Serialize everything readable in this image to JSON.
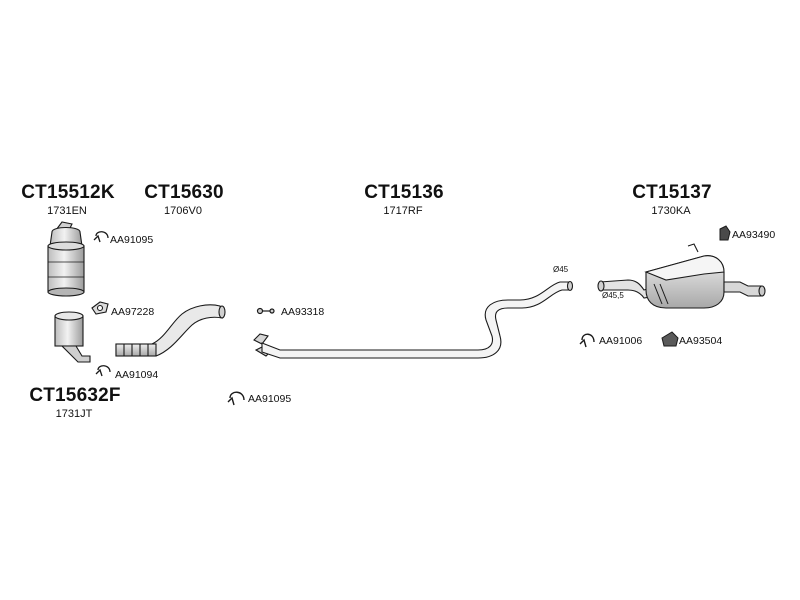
{
  "assemblies": [
    {
      "id": "catalyst-1",
      "part_number": "CT15512K",
      "oe_ref": "1731EN"
    },
    {
      "id": "front-pipe",
      "part_number": "CT15630",
      "oe_ref": "1706V0"
    },
    {
      "id": "catalyst-2",
      "part_number": "CT15632F",
      "oe_ref": "1731JT"
    },
    {
      "id": "middle-pipe",
      "part_number": "CT15136",
      "oe_ref": "1717RF"
    },
    {
      "id": "rear-silencer",
      "part_number": "CT15137",
      "oe_ref": "1730KA"
    }
  ],
  "accessories": [
    {
      "code": "AA91095",
      "icon": "clamp-icon"
    },
    {
      "code": "AA97228",
      "icon": "gasket-icon"
    },
    {
      "code": "AA91094",
      "icon": "clamp-icon"
    },
    {
      "code": "AA93318",
      "icon": "bolt-icon"
    },
    {
      "code": "AA91095",
      "icon": "clamp-icon"
    },
    {
      "code": "AA93490",
      "icon": "rubber-mount-icon"
    },
    {
      "code": "AA91006",
      "icon": "clamp-icon"
    },
    {
      "code": "AA93504",
      "icon": "rubber-hanger-icon"
    }
  ],
  "dimensions": [
    "Ø45",
    "Ø45,5"
  ],
  "colors": {
    "outline": "#1a1a1a",
    "fill": "#e6e6e6",
    "shade": "#9a9a9a"
  }
}
